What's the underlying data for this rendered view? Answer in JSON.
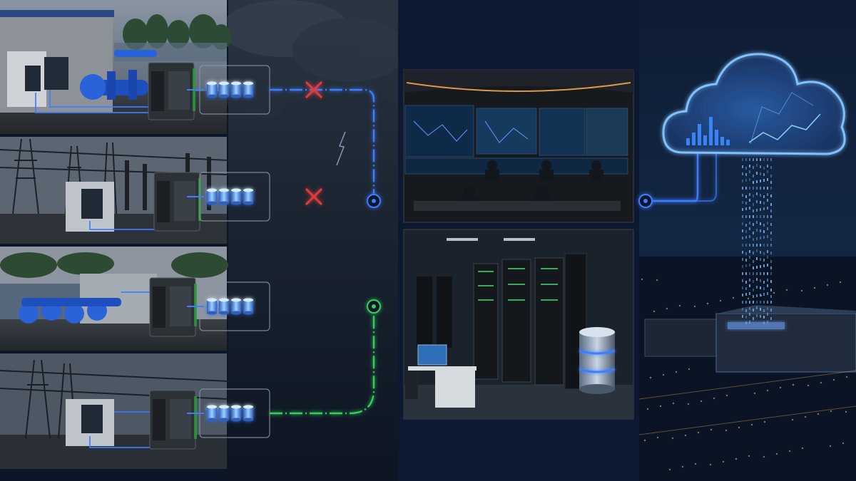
{
  "colors": {
    "background": "#0b1626",
    "panel_dark": "#0f1d30",
    "link_blue": "#3d7dff",
    "link_green": "#33d05a",
    "fault_red": "#e23a3a",
    "storage_blue": "#4a90ff",
    "cloud_glow": "#6fb6ff"
  },
  "sites": [
    {
      "type": "pumping-station",
      "link_state": "failed"
    },
    {
      "type": "electrical-substation",
      "link_state": "failed"
    },
    {
      "type": "pumping-station",
      "link_state": "active"
    },
    {
      "type": "electrical-substation",
      "link_state": "active"
    }
  ],
  "destinations": [
    {
      "type": "control-room",
      "link_state": "failed"
    },
    {
      "type": "on-premise-data-center",
      "link_state": "active"
    },
    {
      "type": "cloud-data-center",
      "link_state": "failed"
    }
  ],
  "icons": {
    "fault": "x-mark-icon",
    "node": "junction-node-icon",
    "storage": "database-cylinder-icon",
    "edge_device": "industrial-switch-icon",
    "cloud": "cloud-icon"
  }
}
